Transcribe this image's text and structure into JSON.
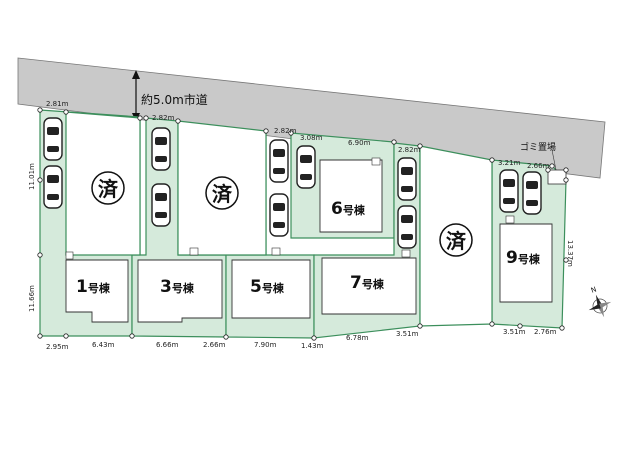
{
  "road": {
    "label": "約5.0m市道"
  },
  "garbage": {
    "label": "ゴミ置場"
  },
  "sold_mark": "済",
  "buildings": [
    {
      "num": "1",
      "suffix": "号棟"
    },
    {
      "num": "3",
      "suffix": "号棟"
    },
    {
      "num": "5",
      "suffix": "号棟"
    },
    {
      "num": "7",
      "suffix": "号棟"
    },
    {
      "num": "6",
      "suffix": "号棟"
    },
    {
      "num": "9",
      "suffix": "号棟"
    }
  ],
  "dimensions": {
    "top_lot1": "2.81m",
    "top_lot3": "2.82m",
    "top_lot5": "2.82m",
    "top_lot6a": "3.08m",
    "top_lot6b": "6.90m",
    "top_lot7": "2.82m",
    "top_lot9a": "3.21m",
    "top_lot9b": "2.66m",
    "left_upper": "11.01m",
    "left_lower": "11.66m",
    "right_side": "13.37m",
    "bottom_1a": "2.95m",
    "bottom_1b": "6.43m",
    "bottom_3a": "6.66m",
    "bottom_3b": "2.66m",
    "bottom_5a": "7.90m",
    "bottom_5b": "1.43m",
    "bottom_7a": "6.78m",
    "bottom_7b": "3.51m",
    "bottom_9a": "3.51m",
    "bottom_9b": "2.76m"
  },
  "compass": {
    "label": "N"
  },
  "colors": {
    "lot_fill": "#d5eadb",
    "road_fill": "#c9c9c9",
    "boundary": "#3c8f5c"
  }
}
